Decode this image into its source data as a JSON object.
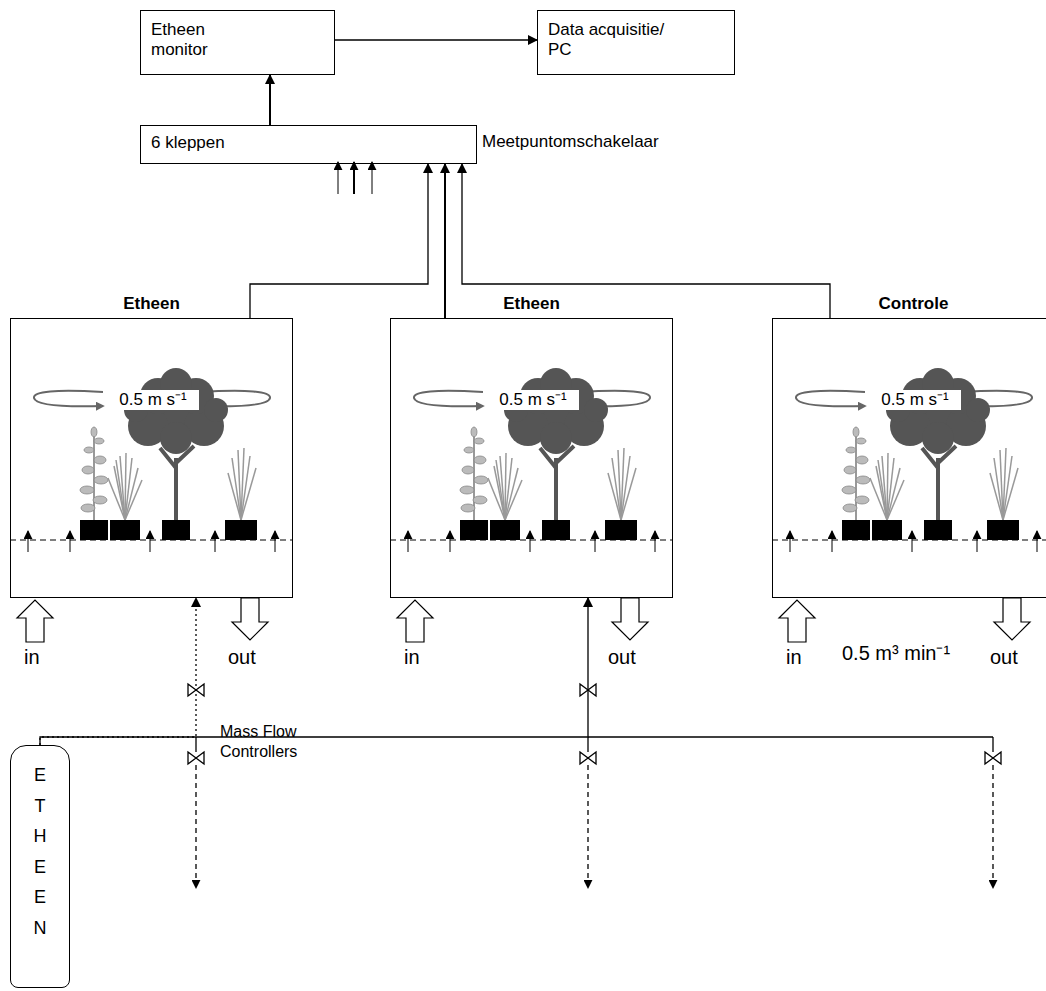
{
  "diagram": {
    "nodes": [
      {
        "text": [
          "Etheen monitor"
        ]
      },
      {
        "text": [
          "Data acquisitie/ PC"
        ]
      },
      {
        "text": [
          "6 kleppen",
          "Meetpuntomschakelaar"
        ]
      },
      {
        "text": [
          "Etheen",
          "0.5 m s⁻¹"
        ]
      },
      {
        "text": [
          "Etheen",
          "0.5 m s⁻¹"
        ]
      },
      {
        "text": [
          "Controle",
          "0.5 m s⁻¹"
        ]
      },
      {
        "text": [
          "ETHEEN"
        ]
      }
    ],
    "edges": [
      {
        "from": 0,
        "to": 1,
        "arrow": "to"
      },
      {
        "from": 2,
        "to": 0,
        "arrow": "to"
      },
      {
        "from": 3,
        "to": 2,
        "arrow": "to"
      },
      {
        "from": 4,
        "to": 2,
        "arrow": "to"
      },
      {
        "from": 5,
        "to": 2,
        "arrow": "to"
      },
      {
        "from": 6,
        "to": 3,
        "arrow": "to"
      },
      {
        "from": 6,
        "to": 4,
        "arrow": "to"
      }
    ],
    "labels": [
      "in",
      "out",
      "in",
      "out",
      "in",
      "0.5 m³ min⁻¹",
      "out",
      "Mass Flow Controllers"
    ]
  }
}
